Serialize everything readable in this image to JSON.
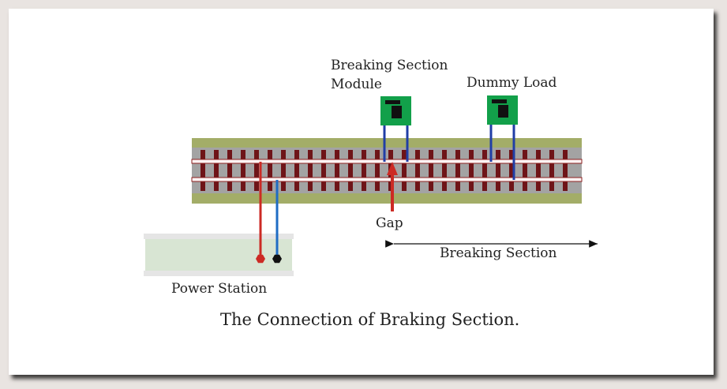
{
  "labels": {
    "module_line1": "Breaking Section",
    "module_line2": "Module",
    "dummy_load": "Dummy Load",
    "gap": "Gap",
    "breaking_section": "Breaking Section",
    "power_station": "Power Station",
    "caption": "The Connection of Braking Section."
  },
  "colors": {
    "ballast": "#a3ad68",
    "track_bed": "#a3a3a3",
    "sleeper": "#6e1418",
    "rail": "#fdf3f3",
    "rail_edge": "#8c2020",
    "module_green": "#12a04a",
    "wire_blue": "#203ea6",
    "wire_red": "#cc2a24",
    "feeder_blue": "#1f6cc4",
    "power_station_fill": "#d8e5d3",
    "power_station_rail": "#e5e5e5"
  },
  "icons": {
    "module": "module-board-icon",
    "dummy_load": "dummy-load-board-icon",
    "gap_arrow": "up-arrow-icon",
    "span_arrow": "double-arrow-icon",
    "red_terminal": "red-hexagon-terminal-icon",
    "black_terminal": "black-hexagon-terminal-icon"
  }
}
